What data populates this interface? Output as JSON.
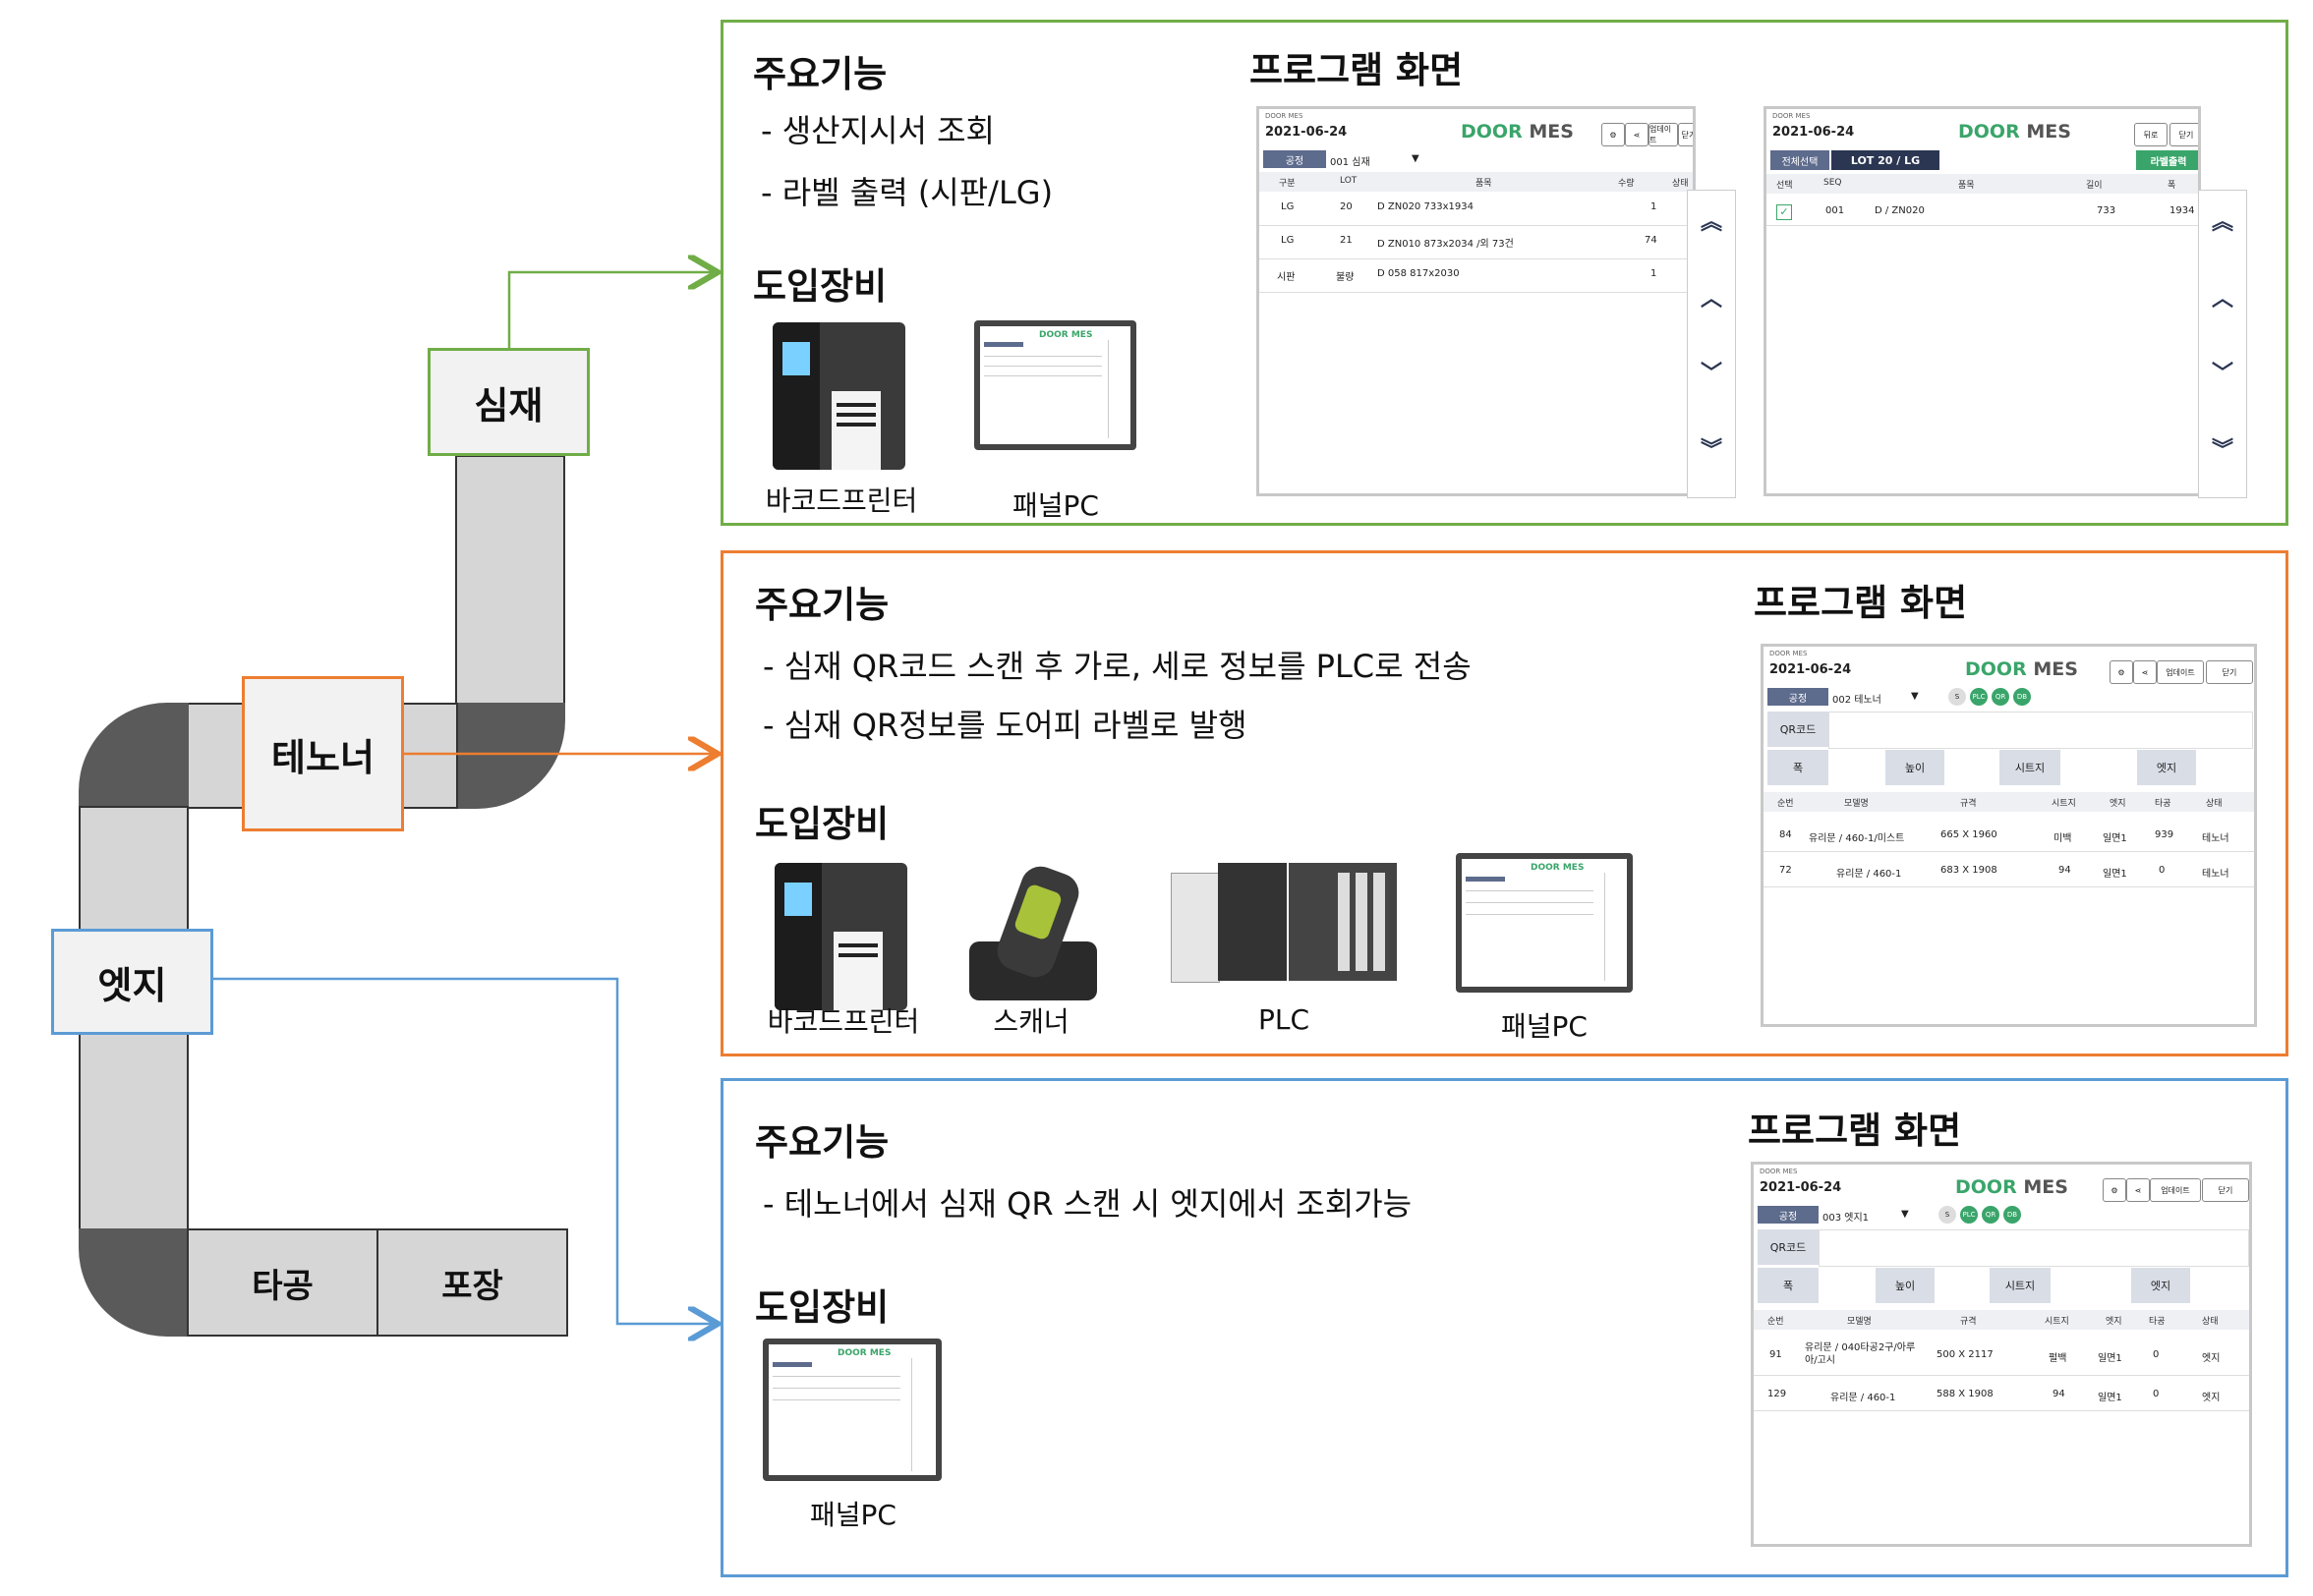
{
  "nodes": {
    "core": "심재",
    "tenoner": "테노너",
    "edge": "엣지",
    "boring": "타공",
    "packing": "포장"
  },
  "section1": {
    "features_title": "주요기능",
    "features": [
      "- 생산지시서 조회",
      "- 라벨 출력 (시판/LG)"
    ],
    "equip_title": "도입장비",
    "program_title": "프로그램 화면",
    "devices": [
      "바코드프린터",
      "패널PC"
    ]
  },
  "section2": {
    "features_title": "주요기능",
    "features": [
      "- 심재 QR코드 스캔 후 가로, 세로 정보를 PLC로 전송",
      "- 심재 QR정보를 도어피 라벨로 발행"
    ],
    "equip_title": "도입장비",
    "program_title": "프로그램 화면",
    "devices": [
      "바코드프린터",
      "스캐너",
      "PLC",
      "패널PC"
    ]
  },
  "section3": {
    "features_title": "주요기능",
    "features": [
      "- 테노너에서 심재 QR 스캔 시 엣지에서 조회가능"
    ],
    "equip_title": "도입장비",
    "program_title": "프로그램 화면",
    "devices": [
      "패널PC"
    ]
  },
  "colors": {
    "green": "#70ad47",
    "orange": "#ed7d31",
    "blue": "#5b9bd5",
    "conveyor": "#d6d6d6",
    "bend": "#5a5a5a"
  },
  "screens": {
    "date": "2021-06-24",
    "logo_a": "DOOR",
    "logo_b": "MES",
    "btn_update": "업데이트",
    "btn_close": "닫기",
    "btn_back": "뒤로",
    "process_label": "공정",
    "core": {
      "process": "001 심재",
      "headers": [
        "구분",
        "LOT",
        "품목",
        "수량",
        "상태"
      ],
      "rows": [
        [
          "LG",
          "20",
          "D ZN020 733x1934",
          "1"
        ],
        [
          "LG",
          "21",
          "D ZN010 873x2034 /외 73건",
          "74"
        ],
        [
          "시판",
          "불량",
          "D 058 817x2030",
          "1"
        ]
      ]
    },
    "lot": {
      "select_all": "전체선택",
      "lot": "LOT 20 / LG",
      "print": "라벨출력",
      "headers": [
        "선택",
        "SEQ",
        "품목",
        "길이",
        "폭"
      ],
      "rows": [
        [
          "001",
          "D / ZN020",
          "733",
          "1934"
        ]
      ]
    },
    "tenoner": {
      "process": "002 테노너",
      "qr": "QR코드",
      "width": "폭",
      "height": "높이",
      "sheet": "시트지",
      "edge": "엣지",
      "badges": [
        "S",
        "PLC",
        "QR",
        "DB"
      ],
      "headers": [
        "순번",
        "모델명",
        "규격",
        "시트지",
        "엣지",
        "타공",
        "상태"
      ],
      "rows": [
        [
          "84",
          "유리문 / 460-1/미스트",
          "665 X 1960",
          "미백",
          "일면1",
          "939",
          "테노너"
        ],
        [
          "72",
          "유리문 / 460-1",
          "683 X 1908",
          "94",
          "일면1",
          "0",
          "테노너"
        ]
      ]
    },
    "edge": {
      "process": "003 엣지1",
      "rows": [
        [
          "91",
          "유리문 / 040타공2구/아루아/고시",
          "500 X 2117",
          "펄백",
          "일면1",
          "0",
          "엣지"
        ],
        [
          "129",
          "유리문 / 460-1",
          "588 X 1908",
          "94",
          "일면1",
          "0",
          "엣지"
        ]
      ]
    }
  }
}
